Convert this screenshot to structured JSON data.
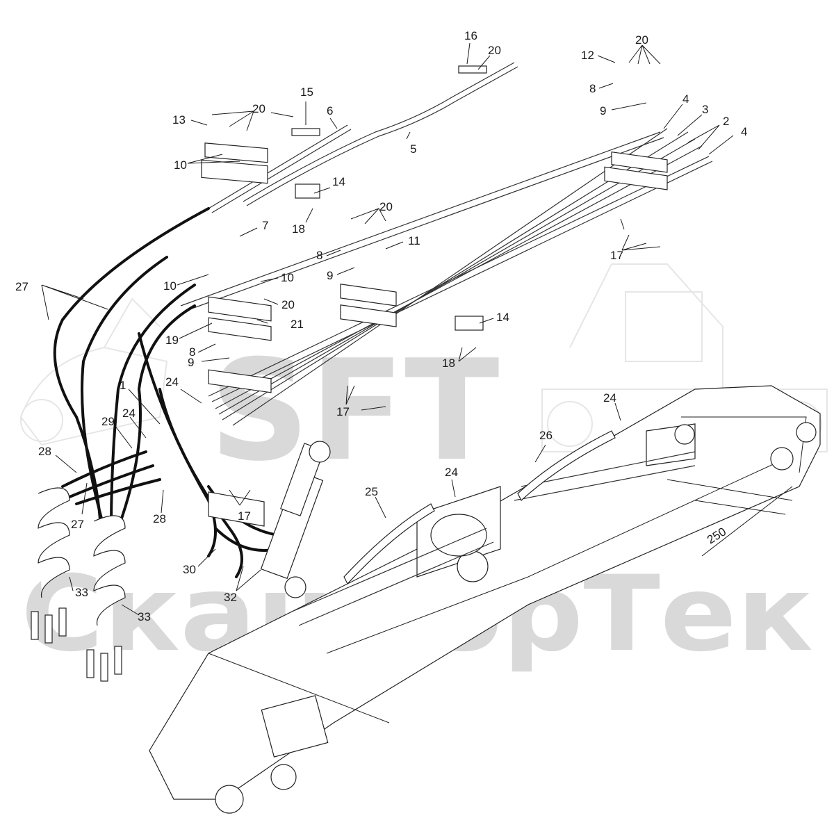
{
  "watermark": {
    "logo": "SFT",
    "brand": "СкандорТек"
  },
  "dimension": {
    "value": "250"
  },
  "callouts": [
    {
      "id": "c1",
      "text": "1"
    },
    {
      "id": "c2",
      "text": "2"
    },
    {
      "id": "c3",
      "text": "3"
    },
    {
      "id": "c4a",
      "text": "4"
    },
    {
      "id": "c4b",
      "text": "4"
    },
    {
      "id": "c5",
      "text": "5"
    },
    {
      "id": "c6",
      "text": "6"
    },
    {
      "id": "c7",
      "text": "7"
    },
    {
      "id": "c8a",
      "text": "8"
    },
    {
      "id": "c8b",
      "text": "8"
    },
    {
      "id": "c8c",
      "text": "8"
    },
    {
      "id": "c9a",
      "text": "9"
    },
    {
      "id": "c9b",
      "text": "9"
    },
    {
      "id": "c9c",
      "text": "9"
    },
    {
      "id": "c10a",
      "text": "10"
    },
    {
      "id": "c10b",
      "text": "10"
    },
    {
      "id": "c10c",
      "text": "10"
    },
    {
      "id": "c11",
      "text": "11"
    },
    {
      "id": "c12",
      "text": "12"
    },
    {
      "id": "c13",
      "text": "13"
    },
    {
      "id": "c14a",
      "text": "14"
    },
    {
      "id": "c14b",
      "text": "14"
    },
    {
      "id": "c15",
      "text": "15"
    },
    {
      "id": "c16",
      "text": "16"
    },
    {
      "id": "c17a",
      "text": "17"
    },
    {
      "id": "c17b",
      "text": "17"
    },
    {
      "id": "c17c",
      "text": "17"
    },
    {
      "id": "c18a",
      "text": "18"
    },
    {
      "id": "c18b",
      "text": "18"
    },
    {
      "id": "c19",
      "text": "19"
    },
    {
      "id": "c20a",
      "text": "20"
    },
    {
      "id": "c20b",
      "text": "20"
    },
    {
      "id": "c20c",
      "text": "20"
    },
    {
      "id": "c20d",
      "text": "20"
    },
    {
      "id": "c20e",
      "text": "20"
    },
    {
      "id": "c21",
      "text": "21"
    },
    {
      "id": "c24a",
      "text": "24"
    },
    {
      "id": "c24b",
      "text": "24"
    },
    {
      "id": "c24c",
      "text": "24"
    },
    {
      "id": "c24d",
      "text": "24"
    },
    {
      "id": "c25",
      "text": "25"
    },
    {
      "id": "c26",
      "text": "26"
    },
    {
      "id": "c27a",
      "text": "27"
    },
    {
      "id": "c27b",
      "text": "27"
    },
    {
      "id": "c28a",
      "text": "28"
    },
    {
      "id": "c28b",
      "text": "28"
    },
    {
      "id": "c29",
      "text": "29"
    },
    {
      "id": "c30",
      "text": "30"
    },
    {
      "id": "c32",
      "text": "32"
    },
    {
      "id": "c33a",
      "text": "33"
    },
    {
      "id": "c33b",
      "text": "33"
    }
  ]
}
